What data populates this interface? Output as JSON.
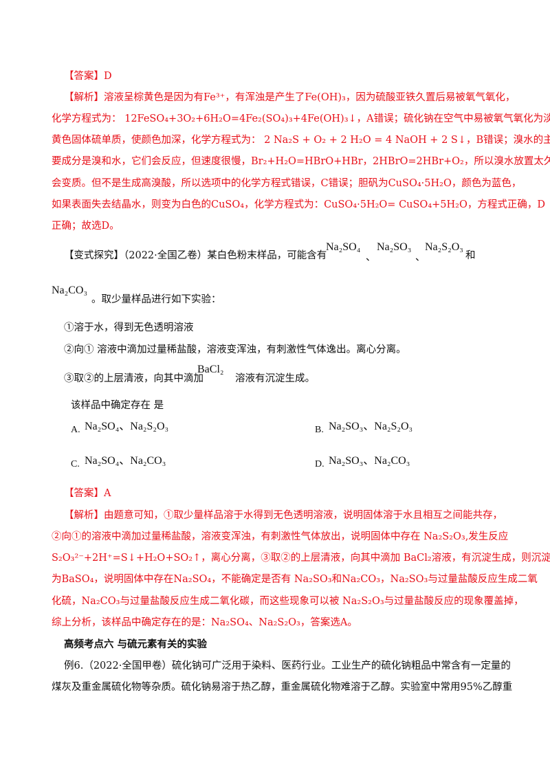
{
  "answer1": {
    "label": "【答案】D"
  },
  "analysis1": {
    "lines": [
      "【解析】溶液呈棕黄色是因为有Fe³⁺，有浑浊是产生了Fe(OH)₃，因为硫酸亚铁久置后易被氧气氧化，",
      "化学方程式为：  12FeSO₄+3O₂+6H₂O=4Fe₂(SO₄)₃+4Fe(OH)₃↓，A错误；硫化钠在空气中易被氧气氧化为淡",
      "黄色固体硫单质，使颜色加深，化学方程式为：  2 Na₂S + O₂ + 2 H₂O = 4 NaOH + 2 S↓，B错误；溴水的主",
      "要成分是溴和水，它们会反应，但速度很慢，Br₂+H₂O=HBrO+HBr，2HBrO=2HBr+O₂，所以溴水放置太久",
      "会变质。但不是生成高溴酸，所以选项中的化学方程式错误，C错误；胆矾为CuSO₄·5H₂O，颜色为蓝色，",
      "如果表面失去结晶水，则变为白色的CuSO₄，化学方程式为：CuSO₄·5H₂O= CuSO₄+5H₂O，方程式正确，D",
      "正确；故选D。"
    ]
  },
  "variant": {
    "intro": "【变式探究】（2022·全国乙卷）某白色粉末样品，可能含有",
    "f1": "Na₂SO₄",
    "sep1": "、",
    "f2": "Na₂SO₃",
    "sep2": "、",
    "f3": "Na₂S₂O₃",
    "and": "和",
    "f4": "Na₂CO₃",
    "tail": "。取少量样品进行如下实验：",
    "step1": "①溶于水，得到无色透明溶液",
    "step2": "②向①  溶液中滴加过量稀盐酸，溶液变浑浊，有刺激性气体逸出。离心分离。",
    "step3_pre": "③取②的上层清液，向其中滴加",
    "step3_formula": "BaCl₂",
    "step3_post": "溶液有沉淀生成。",
    "question": "该样品中确定存在   是",
    "options": [
      {
        "letter": "A.",
        "text": "Na₂SO₄、Na₂S₂O₃"
      },
      {
        "letter": "B.",
        "text": "Na₂SO₃、Na₂S₂O₃"
      },
      {
        "letter": "C.",
        "text": "Na₂SO₄、Na₂CO₃"
      },
      {
        "letter": "D.",
        "text": "Na₂SO₃、Na₂CO₃"
      }
    ]
  },
  "answer2": {
    "label": "【答案】A"
  },
  "analysis2": {
    "lines": [
      "【解析】由题意可知，①取少量样品溶于水得到无色透明溶液，说明固体溶于水且相互之间能共存，",
      "②向①的溶液中滴加过量稀盐酸，溶液变浑浊，有刺激性气体放出，说明固体中存在 Na₂S₂O₃,发生反应",
      "S₂O₃²⁻+2H⁺=S↓+H₂O+SO₂↑，离心分离，③取②的上层清液，向其中滴加 BaCl₂溶液，有沉淀生成，则沉淀",
      "为BaSO₄，说明固体中存在Na₂SO₄，不能确定是否有 Na₂SO₃和Na₂CO₃，Na₂SO₃与过量盐酸反应生成二氧",
      "化硫，Na₂CO₃与过量盐酸反应生成二氧化碳，而这些现象可以被 Na₂S₂O₃与过量盐酸反应的现象覆盖掉，",
      "综上分析，该样品中确定存在的是：Na₂SO₄、Na₂S₂O₃，答案选A。"
    ]
  },
  "section": {
    "heading": "高频考点六   与硫元素有关的实验"
  },
  "example6": {
    "lines": [
      "例6.（2022·全国甲卷）硫化钠可广泛用于染料、医药行业。工业生产的硫化钠粗品中常含有一定量的",
      "煤灰及重金属硫化物等杂质。硫化钠易溶于热乙醇，重金属硫化物难溶于乙醇。实验室中常用95%乙醇重"
    ]
  }
}
